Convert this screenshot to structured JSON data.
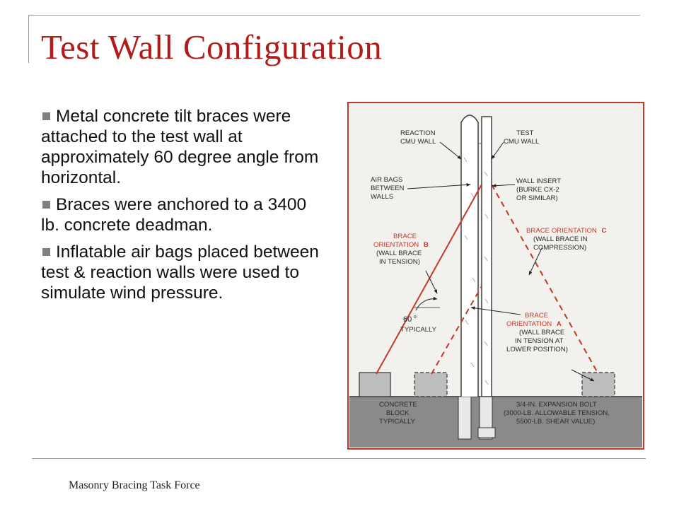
{
  "slide": {
    "title": "Test Wall Configuration",
    "footer": "Masonry Bracing Task Force"
  },
  "bullets": [
    "Metal concrete tilt braces were attached to the test wall at approximately 60 degree angle from horizontal.",
    "Braces were anchored to a 3400 lb. concrete deadman.",
    "Inflatable air bags placed between test & reaction walls were used to simulate wind pressure."
  ],
  "colors": {
    "title": "#b31b1b",
    "brace": "#c0392b",
    "ground": "#8a8a8a"
  },
  "diagram": {
    "reaction_wall": [
      "REACTION",
      "CMU WALL"
    ],
    "test_wall": [
      "TEST",
      "CMU WALL"
    ],
    "air_bags": [
      "AIR BAGS",
      "BETWEEN",
      "WALLS"
    ],
    "wall_insert": [
      "WALL INSERT",
      "(BURKE CX-2",
      "OR SIMILAR)"
    ],
    "brace_c_title": "BRACE ORIENTATION",
    "brace_c_letter": "C",
    "brace_c_sub": [
      "(WALL BRACE IN",
      "COMPRESSION)"
    ],
    "brace_b_title": [
      "BRACE",
      "ORIENTATION"
    ],
    "brace_b_letter": "B",
    "brace_b_sub": [
      "(WALL BRACE",
      "IN TENSION)"
    ],
    "angle_value": "60",
    "angle_unit": "o",
    "angle_note": "TYPICALLY",
    "brace_a_title": [
      "BRACE",
      "ORIENTATION"
    ],
    "brace_a_letter": "A",
    "brace_a_sub": [
      "(WALL BRACE",
      "IN TENSION AT",
      "LOWER POSITION)"
    ],
    "concrete_block": [
      "CONCRETE",
      "BLOCK",
      "TYPICALLY"
    ],
    "expansion_bolt": [
      "3/4-IN. EXPANSION BOLT",
      "(3000-LB. ALLOWABLE TENSION,",
      "5500-LB. SHEAR VALUE)"
    ]
  }
}
